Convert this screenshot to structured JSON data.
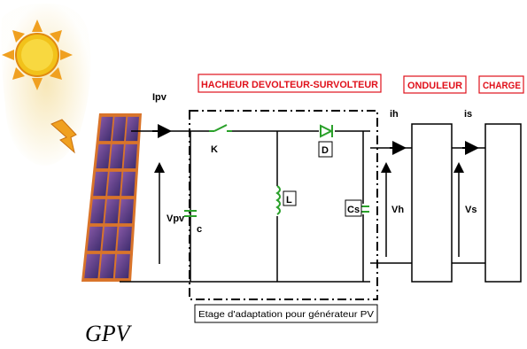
{
  "labels": {
    "hacheur": "HACHEUR DEVOLTEUR-SURVOLTEUR",
    "onduleur": "ONDULEUR",
    "charge": "CHARGE",
    "gpv": "GPV",
    "etage": "Etage d'adaptation pour générateur PV",
    "ipv": "Ipv",
    "vpv": "Vpv",
    "c": "c",
    "k": "K",
    "l": "L",
    "d": "D",
    "cs": "Cs",
    "ih": "ih",
    "vh": "Vh",
    "is": "is",
    "vs": "Vs"
  },
  "colors": {
    "title_red": "#e0101a",
    "component_green": "#2aa02a",
    "wire": "#000000",
    "sun_core": "#f2c21a",
    "sun_glow": "#f4dfa0",
    "panel_cell": "#6a3a86",
    "panel_frame": "#d9742a"
  },
  "icons": [
    "sun-icon",
    "solar-panel-icon",
    "arrow-icon"
  ]
}
